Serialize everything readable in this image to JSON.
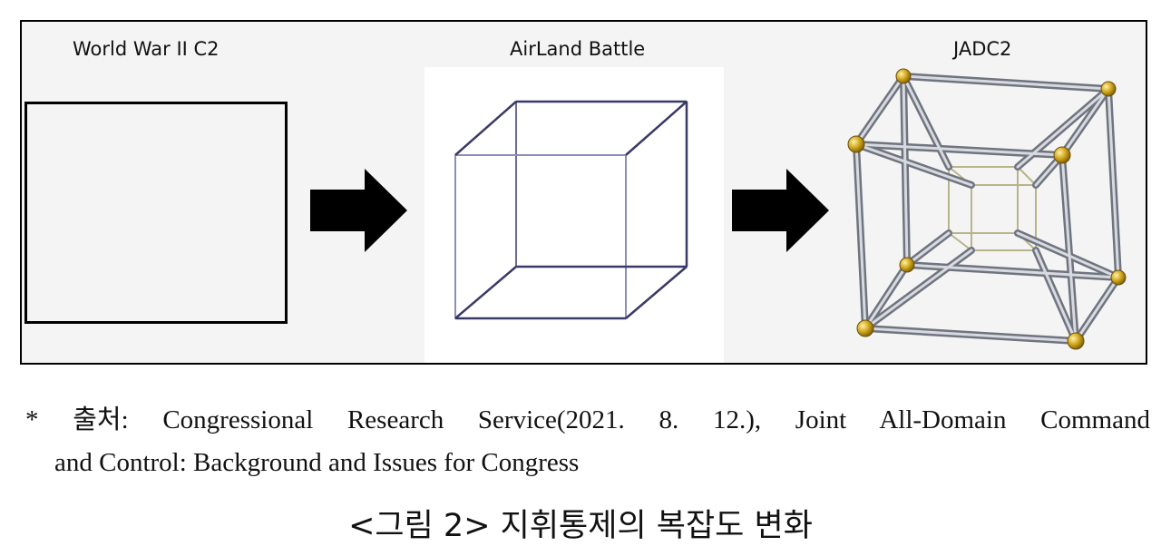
{
  "figure": {
    "panels": [
      {
        "label": "World War II C2",
        "shape": "square"
      },
      {
        "label": "AirLand Battle",
        "shape": "cube"
      },
      {
        "label": "JADC2",
        "shape": "tesseract"
      }
    ],
    "colors": {
      "border": "#000000",
      "cube_stroke": "#3a3a66",
      "rod_stroke": "#8a8f9a",
      "node_fill": "#c9a21e",
      "arrow_fill": "#000000"
    }
  },
  "source_note": {
    "marker": "*",
    "line1": "출처: Congressional Research Service(2021. 8. 12.), Joint All-Domain Command",
    "line2": "and Control: Background and Issues for Congress"
  },
  "caption": "<그림 2> 지휘통제의 복잡도 변화"
}
